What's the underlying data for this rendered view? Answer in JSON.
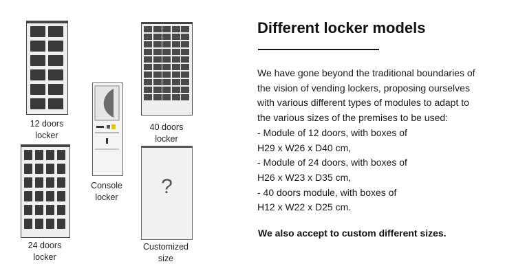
{
  "heading": "Different locker models",
  "models": {
    "twelve": {
      "caption_line1": "12 doors",
      "caption_line2": "locker"
    },
    "twentyfour": {
      "caption_line1": "24 doors",
      "caption_line2": "locker"
    },
    "console": {
      "caption_line1": "Console",
      "caption_line2": "locker"
    },
    "forty": {
      "caption_line1": "40 doors",
      "caption_line2": "locker"
    },
    "custom": {
      "caption_line1": "Customized",
      "caption_line2": "size",
      "symbol": "?"
    }
  },
  "description_lines": [
    "We have gone beyond the traditional boundaries of",
    "the vision of vending lockers, proposing ourselves",
    "with various different types of modules to adapt to",
    "the various sizes of the premises to be used:",
    "- Module of 12 doors, with boxes of",
    "H29 x W26 x D40 cm,",
    "- Module of 24 doors, with boxes of",
    "H26 x W23 x D35 cm,",
    "- 40 doors module, with boxes of",
    "H12 x W22 x D25 cm."
  ],
  "closing": "We also accept to custom different sizes."
}
